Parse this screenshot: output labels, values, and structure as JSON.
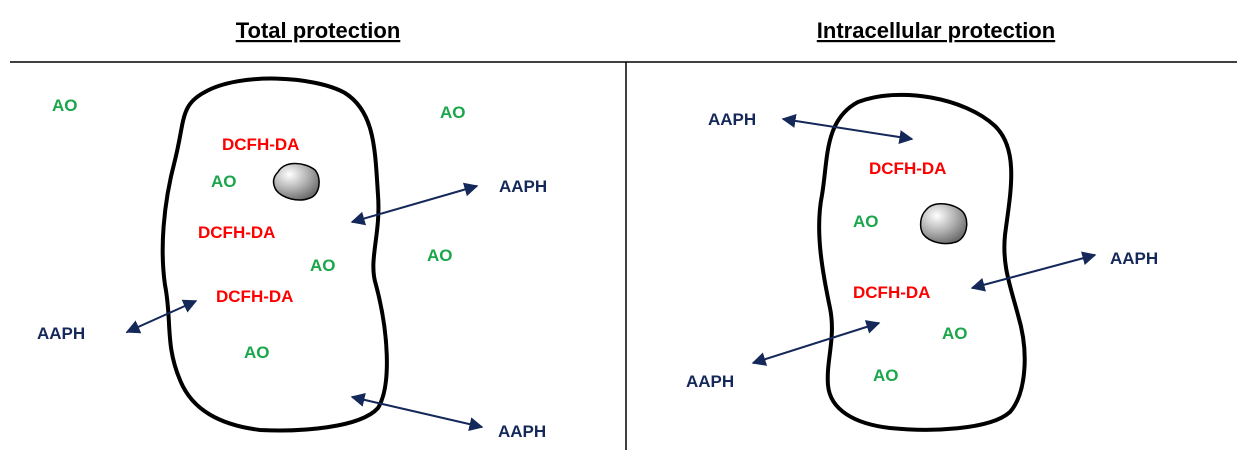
{
  "panels": {
    "left": {
      "title": "Total protection",
      "labels": {
        "ao1": "AO",
        "ao2": "AO",
        "ao3": "AO",
        "ao4": "AO",
        "ao5": "AO",
        "ao6": "AO",
        "dcfh1": "DCFH-DA",
        "dcfh2": "DCFH-DA",
        "dcfh3": "DCFH-DA",
        "aaph1": "AAPH",
        "aaph2": "AAPH",
        "aaph3": "AAPH"
      }
    },
    "right": {
      "title": "Intracellular protection",
      "labels": {
        "ao1": "AO",
        "ao2": "AO",
        "ao3": "AO",
        "dcfh1": "DCFH-DA",
        "dcfh2": "DCFH-DA",
        "aaph1": "AAPH",
        "aaph2": "AAPH",
        "aaph3": "AAPH"
      }
    }
  },
  "colors": {
    "ao": "#1aa64a",
    "dcfh": "#ff0000",
    "aaph": "#14285a",
    "arrow": "#14285a",
    "cell_outline": "#000000",
    "nucleus_fill": "#9a9a9a"
  }
}
